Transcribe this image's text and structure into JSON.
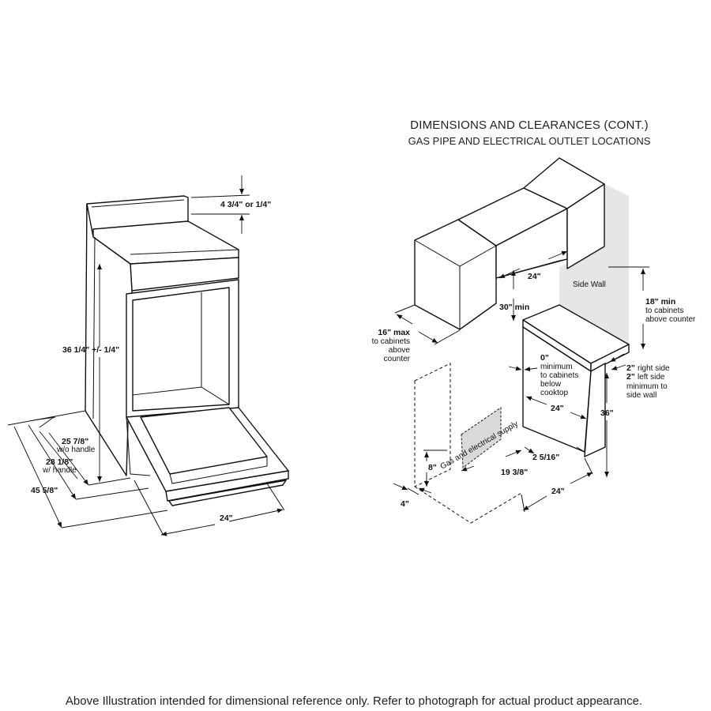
{
  "heading": {
    "title": "DIMENSIONS AND CLEARANCES (CONT.)",
    "subtitle": "GAS PIPE AND ELECTRICAL OUTLET LOCATIONS"
  },
  "range_view": {
    "backguard_height": "4 3/4\" or 1/4\"",
    "height": "36 1/4\" +/- 1/4\"",
    "depth_no_handle": "25 7/8\"",
    "depth_no_handle_note": "w/o handle",
    "depth_with_handle": "28 1/8\"",
    "depth_with_handle_note": "w/ handle",
    "depth_door_open": "45 5/8\"",
    "width": "24\""
  },
  "installation_view": {
    "cabinet_width": "24\"",
    "cabinet_gap": "30\" min",
    "side_wall": "Side Wall",
    "upper_clearance_value": "18\" min",
    "upper_clearance_line1": "to cabinets",
    "upper_clearance_line2": "above counter",
    "cabinet_depth_value": "16\" max",
    "cabinet_depth_line1": "to cabinets",
    "cabinet_depth_line2": "above",
    "cabinet_depth_line3": "counter",
    "below_clearance_value": "0\"",
    "below_clearance_line1": "minimum",
    "below_clearance_line2": "to cabinets",
    "below_clearance_line3": "below",
    "below_clearance_line4": "cooktop",
    "side_right": "2\"",
    "side_right_text": "right side",
    "side_left": "2\"",
    "side_left_text": "left side",
    "side_min_line1": "minimum to",
    "side_min_line2": "side wall",
    "opening_width": "24\"",
    "counter_height": "36\"",
    "gas_supply": "Gas and electrical supply",
    "supply_height": "8\"",
    "supply_offset": "4\"",
    "supply_depth": "19 3/8\"",
    "supply_side": "2 5/16\"",
    "floor_width": "24\""
  },
  "footer": "Above Illustration intended for dimensional reference only. Refer to photograph for actual product appearance."
}
